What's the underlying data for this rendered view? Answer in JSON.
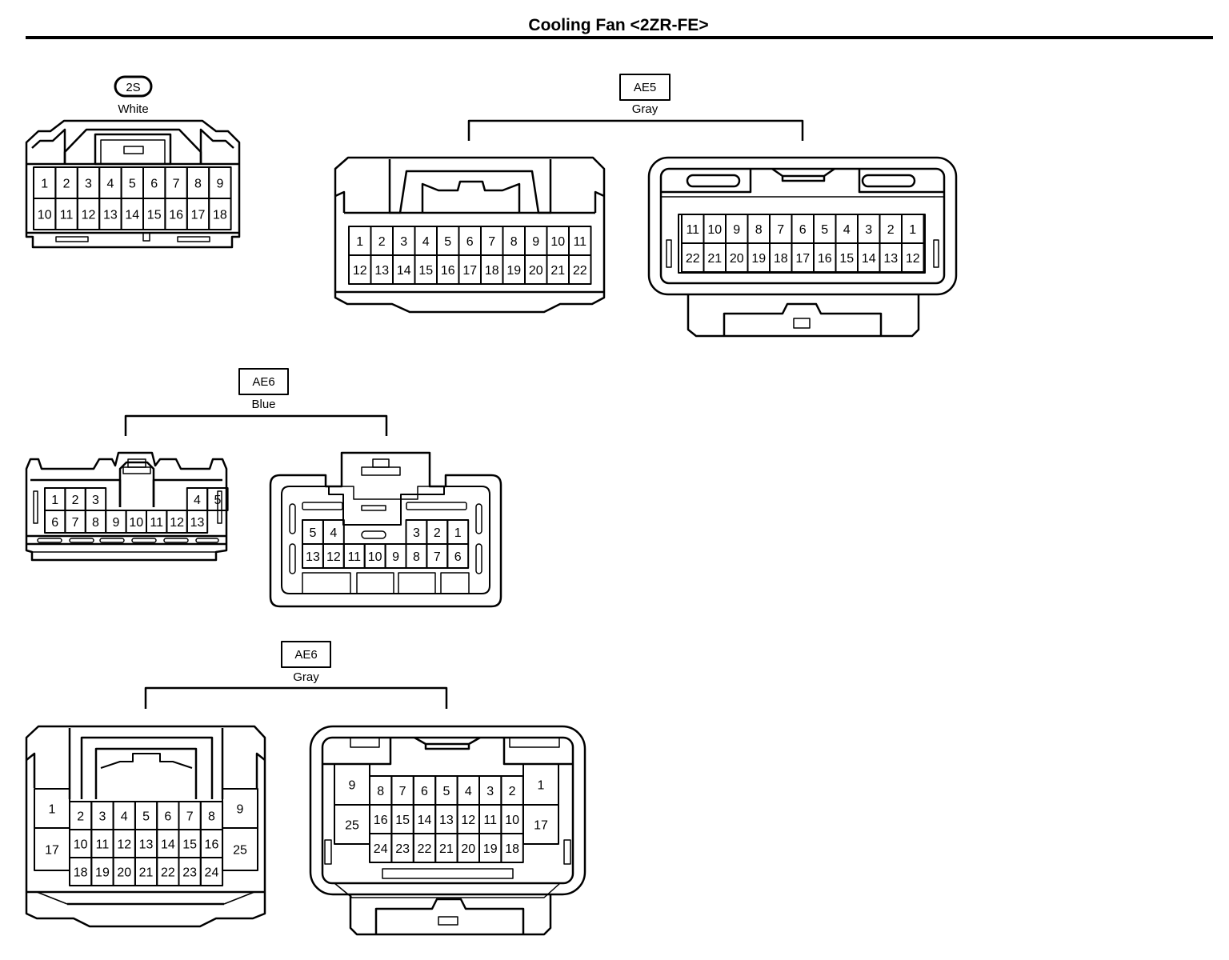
{
  "title": "Cooling Fan <2ZR-FE>",
  "connectors": [
    {
      "id": "2S",
      "color": "White",
      "label_style": "oval",
      "views": [
        {
          "rows": [
            [
              "1",
              "2",
              "3",
              "4",
              "5",
              "6",
              "7",
              "8",
              "9"
            ],
            [
              "10",
              "11",
              "12",
              "13",
              "14",
              "15",
              "16",
              "17",
              "18"
            ]
          ]
        }
      ]
    },
    {
      "id": "AE5",
      "color": "Gray",
      "label_style": "box",
      "views": [
        {
          "rows": [
            [
              "1",
              "2",
              "3",
              "4",
              "5",
              "6",
              "7",
              "8",
              "9",
              "10",
              "11"
            ],
            [
              "12",
              "13",
              "14",
              "15",
              "16",
              "17",
              "18",
              "19",
              "20",
              "21",
              "22"
            ]
          ]
        },
        {
          "rows": [
            [
              "11",
              "10",
              "9",
              "8",
              "7",
              "6",
              "5",
              "4",
              "3",
              "2",
              "1"
            ],
            [
              "22",
              "21",
              "20",
              "19",
              "18",
              "17",
              "16",
              "15",
              "14",
              "13",
              "12"
            ]
          ]
        }
      ]
    },
    {
      "id": "AE6",
      "color": "Blue",
      "label_style": "box",
      "views": [
        {
          "rows": [
            [
              "1",
              "2",
              "3",
              "",
              "",
              "",
              "",
              "4",
              "5"
            ],
            [
              "6",
              "7",
              "8",
              "9",
              "10",
              "11",
              "12",
              "13"
            ]
          ]
        },
        {
          "rows": [
            [
              "5",
              "4",
              "",
              "",
              "",
              "3",
              "2",
              "1"
            ],
            [
              "13",
              "12",
              "11",
              "10",
              "9",
              "8",
              "7",
              "6"
            ]
          ]
        }
      ]
    },
    {
      "id": "AE6",
      "color": "Gray",
      "label_style": "box",
      "views": [
        {
          "left": [
            "1",
            "17"
          ],
          "right": [
            "9",
            "25"
          ],
          "rows": [
            [
              "2",
              "3",
              "4",
              "5",
              "6",
              "7",
              "8"
            ],
            [
              "10",
              "11",
              "12",
              "13",
              "14",
              "15",
              "16"
            ],
            [
              "18",
              "19",
              "20",
              "21",
              "22",
              "23",
              "24"
            ]
          ]
        },
        {
          "left": [
            "9",
            "25"
          ],
          "right": [
            "1",
            "17"
          ],
          "rows": [
            [
              "8",
              "7",
              "6",
              "5",
              "4",
              "3",
              "2"
            ],
            [
              "16",
              "15",
              "14",
              "13",
              "12",
              "11",
              "10"
            ],
            [
              "24",
              "23",
              "22",
              "21",
              "20",
              "19",
              "18"
            ]
          ]
        }
      ]
    }
  ]
}
